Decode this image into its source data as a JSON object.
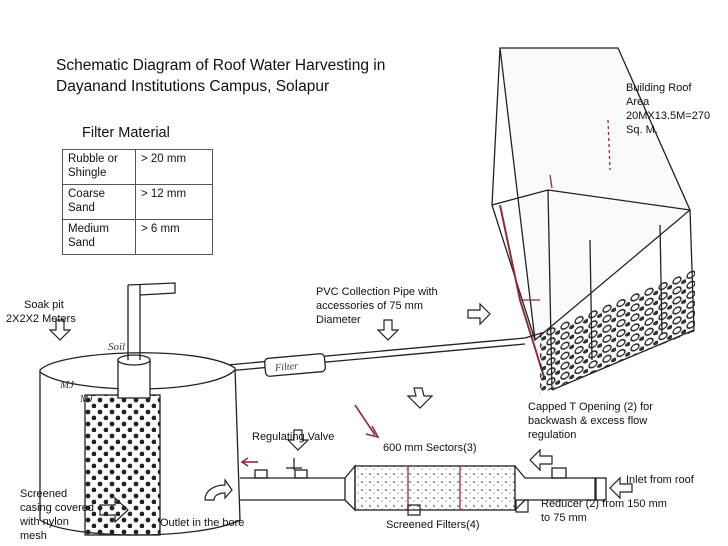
{
  "title": {
    "line1": "Schematic Diagram of Roof Water Harvesting in",
    "line2": "Dayanand Institutions Campus, Solapur"
  },
  "filter_material": {
    "heading": "Filter Material",
    "rows": [
      {
        "material": "Rubble or Shingle",
        "size": "> 20 mm"
      },
      {
        "material": "Coarse Sand",
        "size": "> 12 mm"
      },
      {
        "material": "Medium Sand",
        "size": "> 6 mm"
      }
    ]
  },
  "labels": {
    "roof_area": "Building Roof Area 20MX13.5M=270 Sq. M.",
    "soak_pit_1": "Soak pit",
    "soak_pit_2": "2X2X2 Meters",
    "pvc_pipe": "PVC Collection Pipe with accessories of 75 mm Diameter",
    "capped_t": "Capped T Opening (2) for backwash & excess flow regulation",
    "regulating_valve": "Regulating Valve",
    "sectors": "600 mm Sectors(3)",
    "inlet": "Inlet from roof",
    "screened_casing": "Screened casing covered with nylon mesh",
    "outlet": "Outlet in the bore",
    "screened_filters": "Screened Filters(4)",
    "reducer": "Reducer (2) from 150 mm to 75 mm"
  },
  "sketch_text": {
    "soil": "Soil",
    "filter": "Filter",
    "mj1": "MJ",
    "mj2": "MJ"
  }
}
